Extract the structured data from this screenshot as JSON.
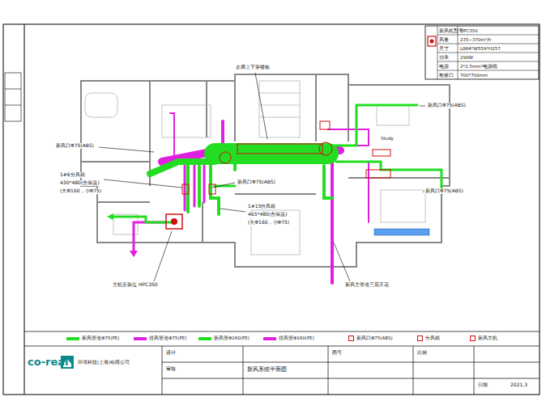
{
  "diagram": {
    "labels": [
      "走廊上下穿楼板",
      "新风口Φ75(ABS)",
      "新风口Φ75(ABS)",
      "新风口Φ75(ABS)",
      "新风口Φ75(ABS)",
      "1#6分风箱",
      "430*480(含保温)",
      "(大Φ160，小Φ75)",
      "1#15分风箱",
      "465*480(含保温)",
      "(大Φ160，小Φ75)",
      "主机安装位 HPC350",
      "新风主管道三层天花",
      "新风机型号",
      "HPC350",
      "风量",
      "235~370m³/h",
      "尺寸",
      "L864*W559*H257",
      "功率",
      "298W",
      "电源",
      "2*2.5mm²电源线",
      "检修口",
      "700*700mm",
      "co-real",
      "环境科技(上海)有限公司",
      "设计",
      "审核",
      "新风系统平面图",
      "图号",
      "比例",
      "日期",
      "2021.3",
      "Study"
    ],
    "legend": [
      {
        "text": "新风管道Φ75(PE)",
        "color": "#22dd22"
      },
      {
        "text": "排风管道Φ75(PE)",
        "color": "#e020e0"
      },
      {
        "text": "新风管Φ160(PE)",
        "color": "#22dd22"
      },
      {
        "text": "排风管Φ160(PE)",
        "color": "#e020e0"
      },
      {
        "text": "新风口Φ75(ABS)"
      },
      {
        "text": "分风箱"
      },
      {
        "text": "新风主机"
      }
    ]
  }
}
